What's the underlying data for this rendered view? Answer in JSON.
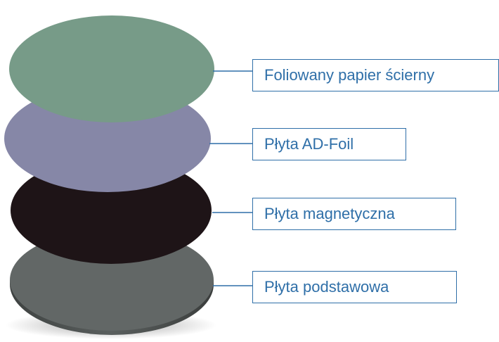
{
  "layers": [
    {
      "label": "Foliowany papier ścierny",
      "color": "#779b88"
    },
    {
      "label": "Płyta AD-Foil",
      "color": "#8687a7"
    },
    {
      "label": "Płyta magnetyczna",
      "color": "#1e1417"
    },
    {
      "label": "Płyta podstawowa",
      "color": "#626766"
    }
  ],
  "colors": {
    "callout_border": "#2f6fa8",
    "callout_text": "#2f6fa8",
    "base_side": "#4d5150"
  }
}
